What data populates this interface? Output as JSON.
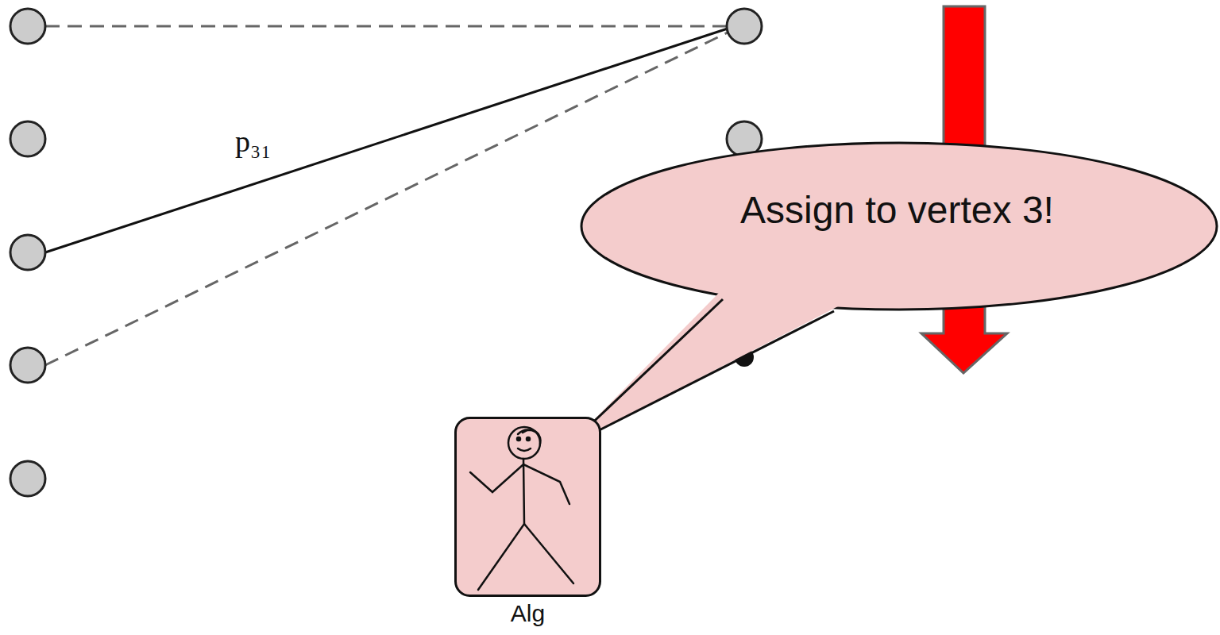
{
  "diagram": {
    "nodes": [
      {
        "text": [
          "Assign to vertex 3!"
        ]
      },
      {
        "text": [
          "Alg"
        ]
      }
    ],
    "labels": [
      "p₃₁"
    ]
  }
}
